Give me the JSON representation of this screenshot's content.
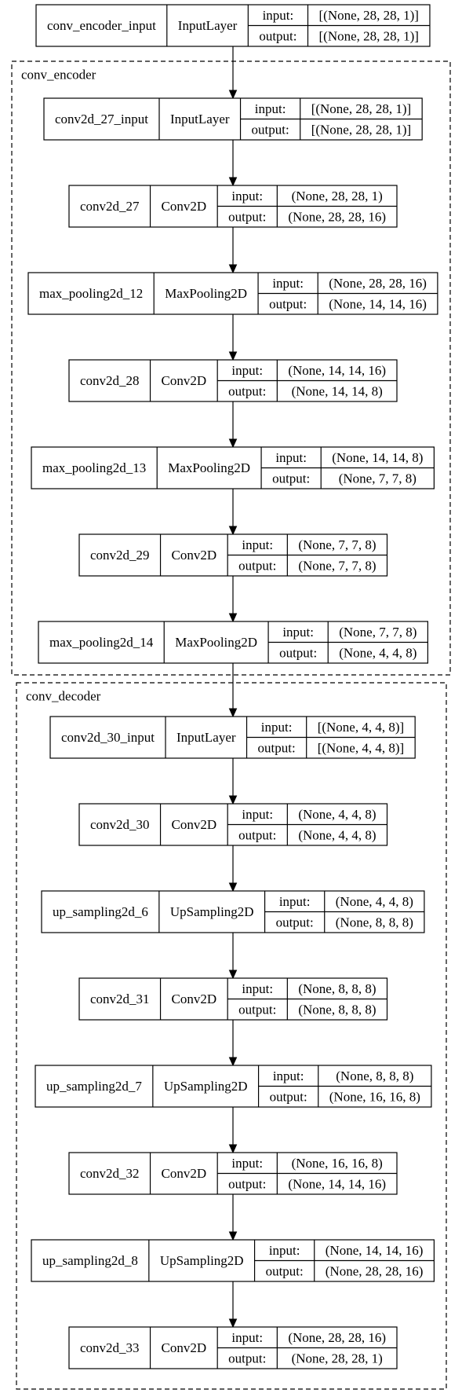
{
  "root": {
    "name": "conv_encoder_input",
    "type": "InputLayer",
    "input": "[(None, 28, 28, 1)]",
    "output": "[(None, 28, 28, 1)]"
  },
  "labels": {
    "input": "input:",
    "output": "output:"
  },
  "clusters": [
    {
      "title": "conv_encoder",
      "nodes": [
        {
          "name": "conv2d_27_input",
          "type": "InputLayer",
          "input": "[(None, 28, 28, 1)]",
          "output": "[(None, 28, 28, 1)]"
        },
        {
          "name": "conv2d_27",
          "type": "Conv2D",
          "input": "(None, 28, 28, 1)",
          "output": "(None, 28, 28, 16)"
        },
        {
          "name": "max_pooling2d_12",
          "type": "MaxPooling2D",
          "input": "(None, 28, 28, 16)",
          "output": "(None, 14, 14, 16)"
        },
        {
          "name": "conv2d_28",
          "type": "Conv2D",
          "input": "(None, 14, 14, 16)",
          "output": "(None, 14, 14, 8)"
        },
        {
          "name": "max_pooling2d_13",
          "type": "MaxPooling2D",
          "input": "(None, 14, 14, 8)",
          "output": "(None, 7, 7, 8)"
        },
        {
          "name": "conv2d_29",
          "type": "Conv2D",
          "input": "(None, 7, 7, 8)",
          "output": "(None, 7, 7, 8)"
        },
        {
          "name": "max_pooling2d_14",
          "type": "MaxPooling2D",
          "input": "(None, 7, 7, 8)",
          "output": "(None, 4, 4, 8)"
        }
      ]
    },
    {
      "title": "conv_decoder",
      "nodes": [
        {
          "name": "conv2d_30_input",
          "type": "InputLayer",
          "input": "[(None, 4, 4, 8)]",
          "output": "[(None, 4, 4, 8)]"
        },
        {
          "name": "conv2d_30",
          "type": "Conv2D",
          "input": "(None, 4, 4, 8)",
          "output": "(None, 4, 4, 8)"
        },
        {
          "name": "up_sampling2d_6",
          "type": "UpSampling2D",
          "input": "(None, 4, 4, 8)",
          "output": "(None, 8, 8, 8)"
        },
        {
          "name": "conv2d_31",
          "type": "Conv2D",
          "input": "(None, 8, 8, 8)",
          "output": "(None, 8, 8, 8)"
        },
        {
          "name": "up_sampling2d_7",
          "type": "UpSampling2D",
          "input": "(None, 8, 8, 8)",
          "output": "(None, 16, 16, 8)"
        },
        {
          "name": "conv2d_32",
          "type": "Conv2D",
          "input": "(None, 16, 16, 8)",
          "output": "(None, 14, 14, 16)"
        },
        {
          "name": "up_sampling2d_8",
          "type": "UpSampling2D",
          "input": "(None, 14, 14, 16)",
          "output": "(None, 28, 28, 16)"
        },
        {
          "name": "conv2d_33",
          "type": "Conv2D",
          "input": "(None, 28, 28, 16)",
          "output": "(None, 28, 28, 1)"
        }
      ]
    }
  ]
}
